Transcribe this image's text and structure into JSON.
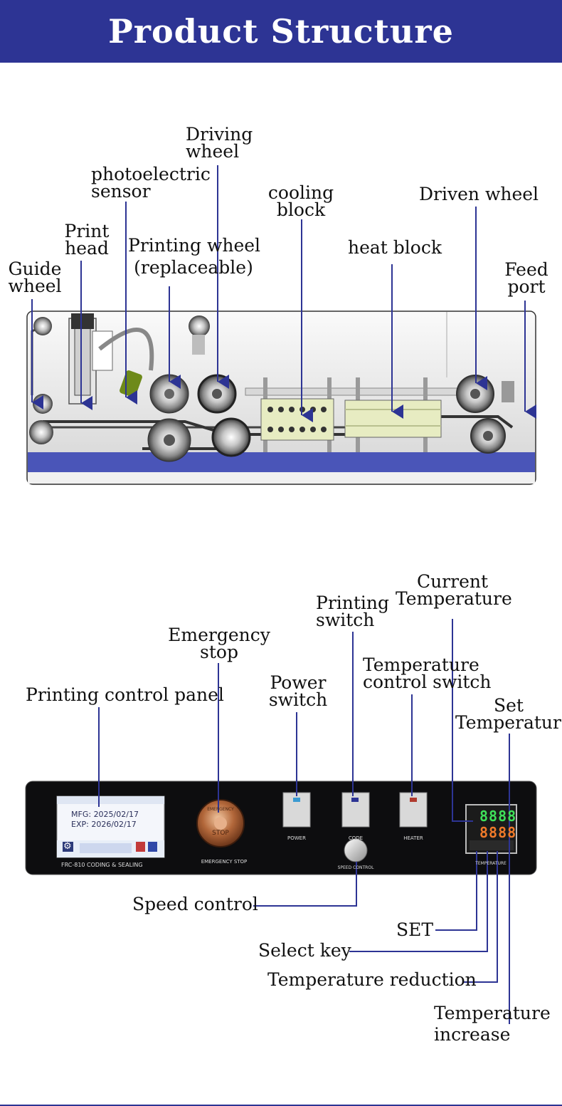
{
  "header": {
    "title": "Product Structure"
  },
  "machine_labels": {
    "guide_wheel": [
      "Guide",
      "wheel"
    ],
    "print_head": [
      "Print",
      "head"
    ],
    "photoelectric_sensor": [
      "photoelectric",
      "sensor"
    ],
    "driving_wheel": [
      "Driving",
      "wheel"
    ],
    "printing_wheel": [
      "Printing wheel",
      "(replaceable)"
    ],
    "cooling_block": [
      "cooling",
      "block"
    ],
    "heat_block": "heat block",
    "driven_wheel": "Driven wheel",
    "feed_port": [
      "Feed",
      "port"
    ]
  },
  "panel_labels": {
    "printing_control_panel": "Printing control panel",
    "emergency_stop": [
      "Emergency",
      "stop"
    ],
    "power_switch": [
      "Power",
      "switch"
    ],
    "printing_switch": [
      "Printing",
      "switch"
    ],
    "current_temperature": [
      "Current",
      "Temperature"
    ],
    "temperature_control_switch": [
      "Temperature",
      "control switch"
    ],
    "set_temperature": [
      "Set",
      "Temperature"
    ],
    "speed_control": "Speed control",
    "set": "SET",
    "select_key": "Select key",
    "temperature_reduction": "Temperature reduction",
    "temperature_increase": [
      "Temperature",
      "increase"
    ]
  },
  "panel": {
    "model_text": "FRC-810  CODING & SEALING",
    "screen": {
      "mfg_label": "MFG:",
      "mfg_value": "2025/02/17",
      "exp_label": "EXP:",
      "exp_value": "2026/02/17"
    },
    "emergency_button_top": "EMERGENCY",
    "emergency_button_center": "STOP",
    "emergency_caption": "EMERGENCY STOP",
    "power_caption": "POWER",
    "code_caption": "CODE",
    "heater_caption": "HEATER",
    "speed_caption": "SPEED CONTROL",
    "temperature_caption": "TEMPERATURE",
    "current_reading": "8888",
    "set_reading": "8888"
  },
  "colors": {
    "brand": "#2d3494",
    "pointer": "#2d3494",
    "panel_body": "#0d0d0f",
    "belt": "#4a55b8"
  }
}
